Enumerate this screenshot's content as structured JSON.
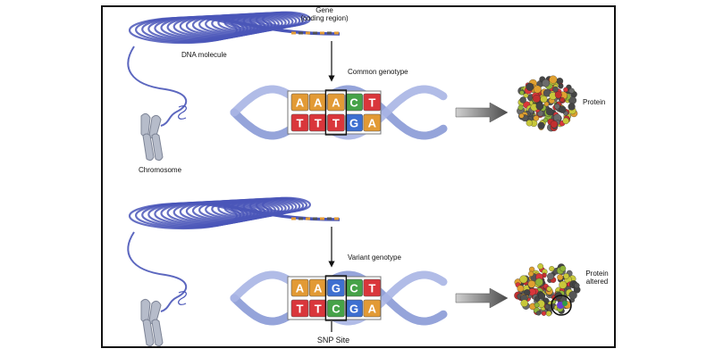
{
  "colors": {
    "A": "#e29a35",
    "T": "#d9363b",
    "C": "#46a248",
    "G": "#3d6fd0",
    "helix": "#8a9ad6",
    "dna_coil": "#4a56b8",
    "chromosome": "#b6bcca",
    "arrow": "#6f6f6f"
  },
  "icons": {
    "molecule": "dna-coil-icon",
    "chromosome": "chromosome-icon",
    "protein": "protein-structure-icon",
    "output": "right-arrow-icon"
  },
  "labels": {
    "gene": "Gene\n(coding region)",
    "dna_molecule": "DNA molecule",
    "chromosome": "Chromosome",
    "common_genotype": "Common genotype",
    "variant_genotype": "Variant genotype",
    "protein": "Protein",
    "protein_altered": "Protein\naltered",
    "snp_site": "SNP Site"
  },
  "panels": [
    {
      "id": "common",
      "top_strand": [
        "A",
        "A",
        "A",
        "C",
        "T"
      ],
      "bottom_strand": [
        "T",
        "T",
        "T",
        "G",
        "A"
      ]
    },
    {
      "id": "variant",
      "top_strand": [
        "A",
        "A",
        "G",
        "C",
        "T"
      ],
      "bottom_strand": [
        "T",
        "T",
        "C",
        "G",
        "A"
      ]
    }
  ]
}
